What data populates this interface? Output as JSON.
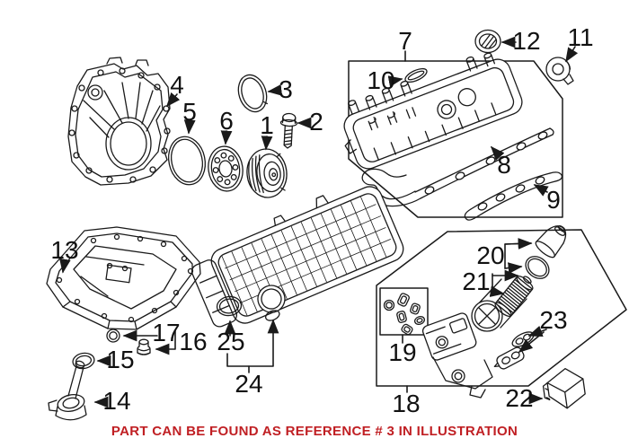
{
  "callouts": [
    "1",
    "2",
    "3",
    "4",
    "5",
    "6",
    "7",
    "8",
    "9",
    "10",
    "11",
    "12",
    "13",
    "14",
    "15",
    "16",
    "17",
    "18",
    "19",
    "20",
    "21",
    "22",
    "23",
    "24",
    "25"
  ],
  "footer": {
    "text": "PART CAN BE FOUND AS REFERENCE # 3 IN ILLUSTRATION"
  },
  "colors": {
    "line": "#1a1a1a",
    "background": "#ffffff",
    "footer_red": "#c01f23",
    "callout_text": "#111111"
  }
}
